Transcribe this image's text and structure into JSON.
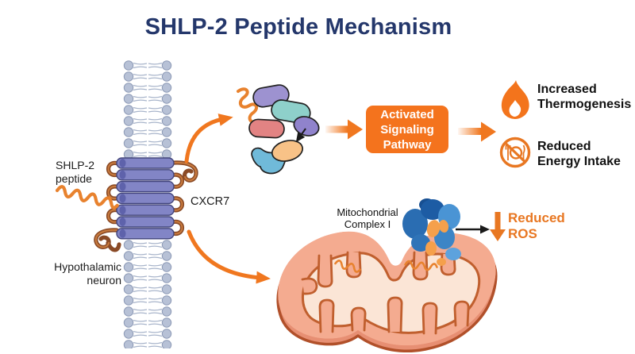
{
  "title": "SHLP-2 Peptide Mechanism",
  "colors": {
    "accent_orange": "#f0771f",
    "title_navy": "#24376b",
    "receptor_purple": "#8285c6",
    "loop_brown": "#8a4a26",
    "membrane_blue_gray": "#b7c1d6",
    "mito_outer_salmon": "#f4ab90",
    "mito_matrix": "#fbe5d6",
    "complex_blue": "#2a6db2",
    "text_black": "#1c1c1c"
  },
  "membrane": {
    "peptide_label_line1": "SHLP-2",
    "peptide_label_line2": "peptide",
    "receptor_label": "CXCR7",
    "neuron_label_line1": "Hypothalamic",
    "neuron_label_line2": "neuron"
  },
  "pathway": {
    "box_line1": "Activated",
    "box_line2": "Signaling",
    "box_line3": "Pathway"
  },
  "outcomes": {
    "thermogenesis_icon": "flame-icon",
    "thermogenesis_line1": "Increased",
    "thermogenesis_line2": "Thermogenesis",
    "intake_icon": "no-food-icon",
    "intake_line1": "Reduced",
    "intake_line2": "Energy Intake"
  },
  "mitochondria": {
    "complex_label_line1": "Mitochondrial",
    "complex_label_line2": "Complex I",
    "ros_line1": "Reduced",
    "ros_line2": "ROS"
  }
}
